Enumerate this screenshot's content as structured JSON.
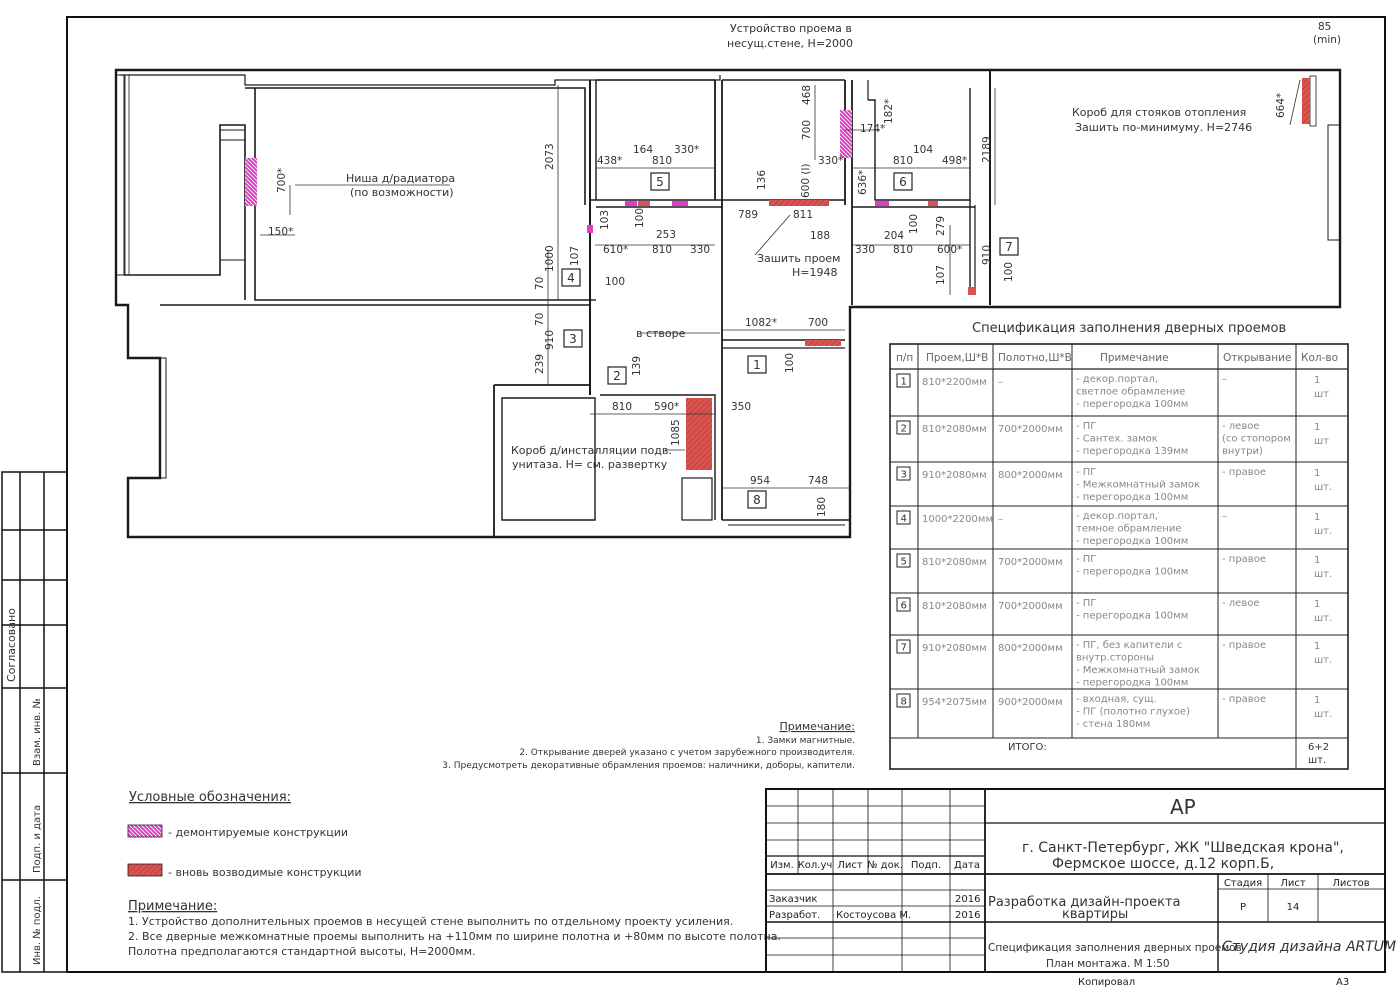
{
  "annotations": {
    "opening_wall": [
      "Устройство проема в",
      "несущ.стене, H=2000"
    ],
    "niche": [
      "Ниша д/радиатора",
      "(по возможности)"
    ],
    "riser_box": [
      "Короб для стояков отопления",
      "Зашить по-минимуму. H=2746"
    ],
    "close_opening": [
      "Зашить проем",
      "H=1948"
    ],
    "in_leaf": "в створе",
    "install_box": [
      "Короб д/инсталляции подв.",
      "унитаза. H= см. развертку"
    ]
  },
  "dims": {
    "d85": "85",
    "dmin": "(min)",
    "d664": "664*",
    "d468": "468",
    "d700a": "700",
    "d174": "174*",
    "d182": "182*",
    "d2189": "2189",
    "d2073": "2073",
    "d700b": "700*",
    "d150": "150*",
    "d164": "164",
    "d330a": "330*",
    "d438": "438*",
    "d810a": "810",
    "d810b": "810",
    "d104": "104",
    "d498": "498*",
    "d330b": "330*",
    "d636": "636*",
    "d136": "136",
    "d600": "600 (l)",
    "d789": "789",
    "d811": "811",
    "d188": "188",
    "d103": "103",
    "d100a": "100",
    "d253": "253",
    "d610": "610*",
    "d810c": "810",
    "d330c": "330",
    "d204": "204",
    "d100b": "100",
    "d279": "279",
    "d330d": "330",
    "d810d": "810",
    "d600b": "600*",
    "d107a": "107",
    "d1000": "1000",
    "d70a": "70",
    "d100c": "100",
    "d70b": "70",
    "d910a": "910",
    "d239": "239",
    "d139": "139",
    "d1082": "1082*",
    "d700c": "700",
    "d100d": "100",
    "d810e": "810",
    "d590": "590*",
    "d350": "350",
    "d1085": "1085",
    "d954": "954",
    "d748": "748",
    "d180": "180",
    "d910b": "910",
    "d100e": "100",
    "d107b": "107"
  },
  "door_tags": [
    "1",
    "2",
    "3",
    "4",
    "5",
    "6",
    "7",
    "8"
  ],
  "spec": {
    "title": "Спецификация заполнения дверных проемов",
    "headers": [
      "п/п",
      "Проем,Ш*В",
      "Полотно,Ш*В",
      "Примечание",
      "Открывание",
      "Кол-во"
    ],
    "rows": [
      {
        "n": "1",
        "opening": "810*2200мм",
        "leaf": "–",
        "note": [
          "- декор.портал,",
          "светлое обрамление",
          "- перегородка 100мм"
        ],
        "open": [
          "–"
        ],
        "qty": [
          "1",
          "шт"
        ]
      },
      {
        "n": "2",
        "opening": "810*2080мм",
        "leaf": "700*2000мм",
        "note": [
          "- ПГ",
          "- Сантех. замок",
          "- перегородка 139мм"
        ],
        "open": [
          "- левое",
          "(со стопором",
          "внутри)"
        ],
        "qty": [
          "1",
          "шт"
        ]
      },
      {
        "n": "3",
        "opening": "910*2080мм",
        "leaf": "800*2000мм",
        "note": [
          "- ПГ",
          "- Межкомнатный замок",
          "- перегородка 100мм"
        ],
        "open": [
          "- правое"
        ],
        "qty": [
          "1",
          "шт."
        ]
      },
      {
        "n": "4",
        "opening": "1000*2200мм",
        "leaf": "–",
        "note": [
          "- декор.портал,",
          "темное обрамление",
          "- перегородка 100мм"
        ],
        "open": [
          "–"
        ],
        "qty": [
          "1",
          "шт."
        ]
      },
      {
        "n": "5",
        "opening": "810*2080мм",
        "leaf": "700*2000мм",
        "note": [
          "- ПГ",
          "- перегородка 100мм"
        ],
        "open": [
          "- правое"
        ],
        "qty": [
          "1",
          "шт."
        ]
      },
      {
        "n": "6",
        "opening": "810*2080мм",
        "leaf": "700*2000мм",
        "note": [
          "- ПГ",
          "- перегородка 100мм"
        ],
        "open": [
          "- левое"
        ],
        "qty": [
          "1",
          "шт."
        ]
      },
      {
        "n": "7",
        "opening": "910*2080мм",
        "leaf": "800*2000мм",
        "note": [
          "- ПГ, без капители с",
          "внутр.стороны",
          "- Межкомнатный замок",
          "- перегородка 100мм"
        ],
        "open": [
          "- правое"
        ],
        "qty": [
          "1",
          "шт."
        ]
      },
      {
        "n": "8",
        "opening": "954*2075мм",
        "leaf": "900*2000мм",
        "note": [
          "- входная, сущ.",
          "- ПГ (полотно глухое)",
          "- стена 180мм"
        ],
        "open": [
          "- правое"
        ],
        "qty": [
          "1",
          "шт."
        ]
      }
    ],
    "total_label": "ИТОГО:",
    "total_value": [
      "6+2",
      "шт."
    ]
  },
  "notes_right": {
    "title": "Примечание:",
    "lines": [
      "1. Замки магнитные.",
      "2. Открывание дверей указано с учетом зарубежного производителя.",
      "3. Предусмотреть декоративные обрамления проемов: наличники, доборы, капители."
    ]
  },
  "legend": {
    "title": "Условные обозначения:",
    "demolish": "- демонтируемые конструкции",
    "new": "- вновь возводимые конструкции"
  },
  "notes_bottom": {
    "title": "Примечание:",
    "lines": [
      "1.  Устройство дополнительных проемов в несущей стене выполнить по отдельному проекту усиления.",
      "2. Все дверные межкомнатные проемы выполнить на +110мм по ширине полотна и +80мм по высоте полотна.",
      "Полотна предполагаются стандартной высоты, H=2000мм."
    ]
  },
  "side_stamp": [
    "Согласовано",
    "Взам. инв. №",
    "Подп. и дата",
    "Инв. № подл."
  ],
  "title_block": {
    "code": "АР",
    "address": [
      "г. Санкт-Петербург, ЖК \"Шведская крона\",",
      "Фермское шоссе, д.12 корп.Б,"
    ],
    "cols": [
      "Изм.",
      "Кол.уч",
      "Лист",
      "№ док.",
      "Подп.",
      "Дата"
    ],
    "customer_label": "Заказчик",
    "customer_year": "2016",
    "dev_label": "Разработ.",
    "dev_name": "Костоусова М.",
    "dev_year": "2016",
    "project": [
      "Разработка дизайн-проекта",
      "квартиры"
    ],
    "stage_label": "Стадия",
    "sheet_label": "Лист",
    "sheets_label": "Листов",
    "stage": "Р",
    "sheet": "14",
    "sheet_title": [
      "Спецификация заполнения дверных проемов",
      "План монтажа. М 1:50"
    ],
    "studio": "Студия дизайна ARTUM",
    "copied": "Копировал",
    "format": "А3"
  },
  "colors": {
    "demolish": "#e03cc8",
    "new": "#d9534f",
    "line": "#1a1a1a"
  }
}
